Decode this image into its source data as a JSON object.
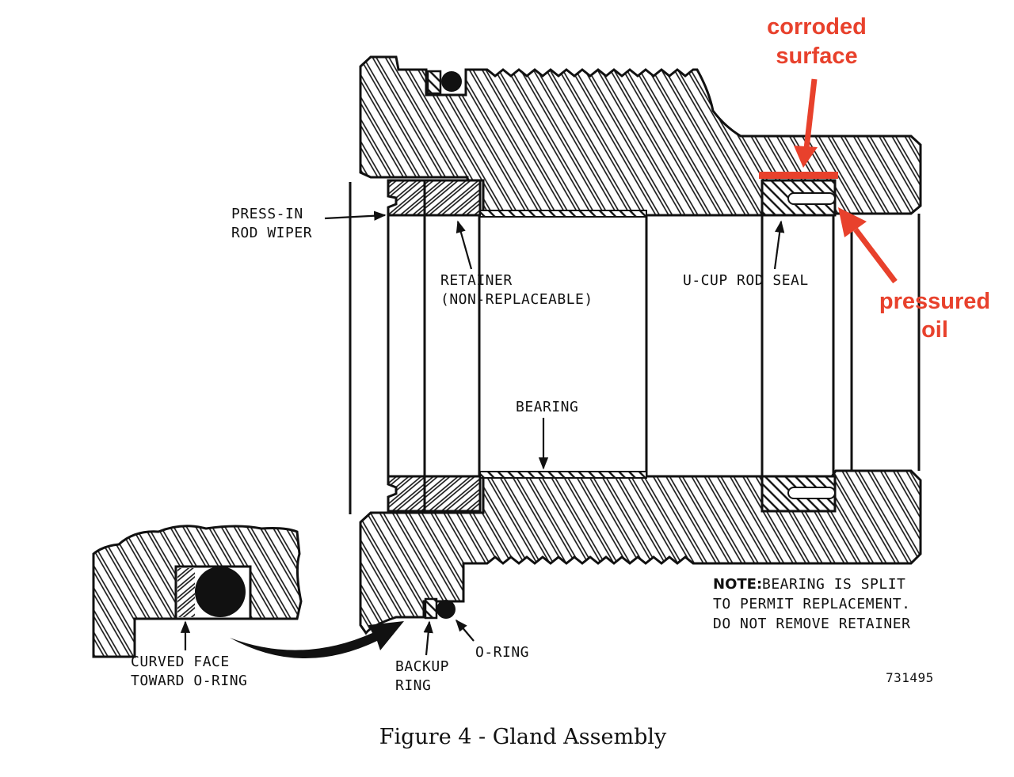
{
  "figure": {
    "caption": "Figure 4 - Gland Assembly",
    "drawing_number": "731495"
  },
  "labels": {
    "press_in_rod_wiper": [
      "PRESS-IN",
      "ROD WIPER"
    ],
    "retainer": [
      "RETAINER",
      "(NON-REPLACEABLE)"
    ],
    "u_cup_rod_seal": "U-CUP ROD SEAL",
    "bearing": "BEARING",
    "curved_face": [
      "CURVED FACE",
      "TOWARD O-RING"
    ],
    "backup_ring": [
      "BACKUP",
      "RING"
    ],
    "o_ring": "O-RING"
  },
  "note": {
    "prefix": "NOTE:",
    "lines": [
      "BEARING IS SPLIT",
      "TO PERMIT REPLACEMENT.",
      "DO NOT REMOVE RETAINER"
    ]
  },
  "annotations": {
    "color": "#E8412C",
    "corroded_surface": [
      "corroded",
      "surface"
    ],
    "pressured_oil": [
      "pressured",
      "oil"
    ]
  }
}
